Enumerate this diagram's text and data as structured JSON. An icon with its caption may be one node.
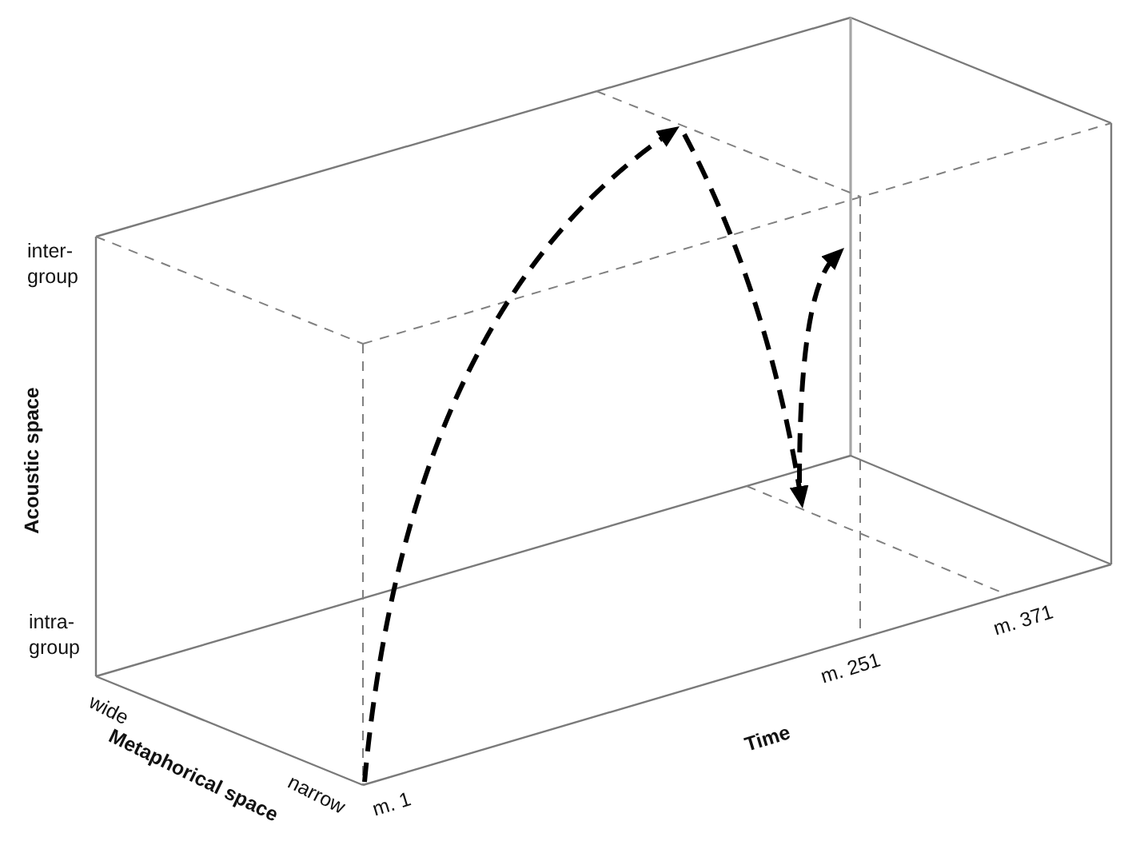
{
  "diagram": {
    "labels": [
      "inter-group",
      "Acoustic space",
      "intra-group",
      "wide",
      "Metaphorical space",
      "narrow",
      "m. 1",
      "m. 251",
      "m. 371",
      "Time"
    ]
  }
}
